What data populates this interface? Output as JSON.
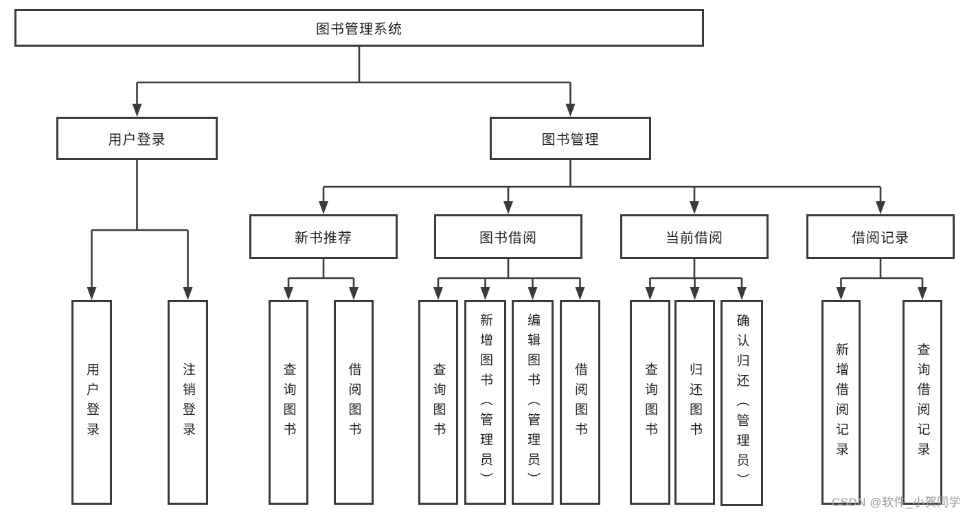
{
  "diagram": {
    "title": "图书管理系统",
    "root": {
      "label": "图书管理系统"
    },
    "level2": [
      {
        "label": "用户登录"
      },
      {
        "label": "图书管理"
      }
    ],
    "level3": [
      {
        "label": "新书推荐"
      },
      {
        "label": "图书借阅"
      },
      {
        "label": "当前借阅"
      },
      {
        "label": "借阅记录"
      }
    ],
    "leaves": [
      {
        "label": "用户登录"
      },
      {
        "label": "注销登录"
      },
      {
        "label": "查询图书"
      },
      {
        "label": "借阅图书"
      },
      {
        "label": "查询图书"
      },
      {
        "label": "新增图书（管理员）"
      },
      {
        "label": "编辑图书（管理员）"
      },
      {
        "label": "借阅图书"
      },
      {
        "label": "查询图书"
      },
      {
        "label": "归还图书"
      },
      {
        "label": "确认归还（管理员）"
      },
      {
        "label": "新增借阅记录"
      },
      {
        "label": "查询借阅记录"
      }
    ]
  },
  "watermark": "CSDN @软件_小贺同学",
  "colors": {
    "line": "#3a3a3a",
    "text": "#1f1f1f",
    "box_background": "#ffffff",
    "watermark": "#9b9b9b",
    "page_background": "#ffffff"
  }
}
